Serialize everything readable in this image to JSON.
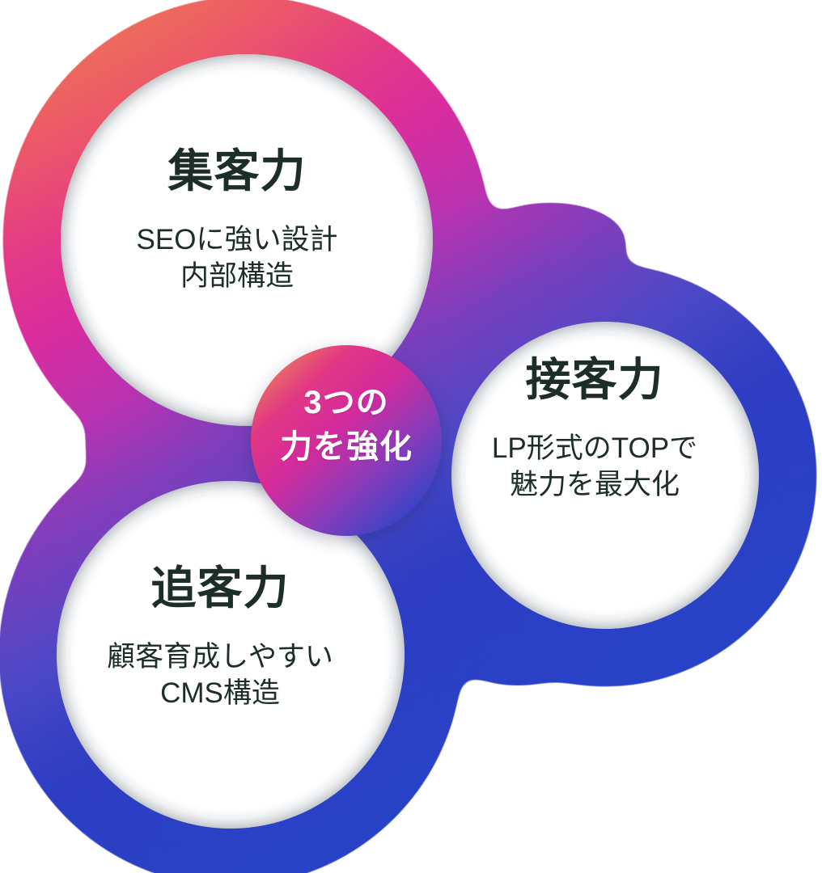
{
  "center_badge": {
    "line1": "3つの",
    "line2": "力を強化"
  },
  "circles": [
    {
      "id": "attract",
      "title": "集客力",
      "body_line1": "SEOに強い設計",
      "body_line2": "内部構造"
    },
    {
      "id": "engage",
      "title": "接客力",
      "body_line1": "LP形式のTOPで",
      "body_line2": "魅力を最大化"
    },
    {
      "id": "follow",
      "title": "追客力",
      "body_line1": "顧客育成しやすい",
      "body_line2": "CMS構造"
    }
  ],
  "colors": {
    "gradient_orange": "#F0854C",
    "gradient_salmon": "#EC5A67",
    "gradient_pink": "#E43A86",
    "gradient_magenta": "#D92C9E",
    "gradient_purple": "#7A3FBD",
    "gradient_blue": "#2545C9",
    "text_dark": "#1C2E26",
    "circle_fill": "#FFFFFF",
    "badge_text": "#FFFFFF"
  }
}
